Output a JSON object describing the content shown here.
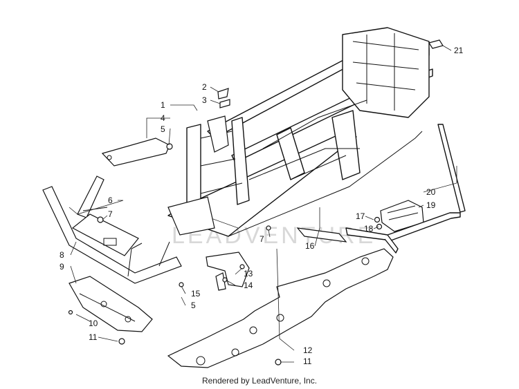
{
  "watermark": "LEADVENTURE",
  "footer_text": "Rendered by LeadVenture, Inc.",
  "callouts": [
    {
      "id": "c1",
      "label": "1"
    },
    {
      "id": "c2",
      "label": "2"
    },
    {
      "id": "c3",
      "label": "3"
    },
    {
      "id": "c4",
      "label": "4"
    },
    {
      "id": "c5a",
      "label": "5"
    },
    {
      "id": "c6",
      "label": "6"
    },
    {
      "id": "c7a",
      "label": "7"
    },
    {
      "id": "c7b",
      "label": "7"
    },
    {
      "id": "c8",
      "label": "8"
    },
    {
      "id": "c9",
      "label": "9"
    },
    {
      "id": "c10",
      "label": "10"
    },
    {
      "id": "c11a",
      "label": "11"
    },
    {
      "id": "c11b",
      "label": "11"
    },
    {
      "id": "c12",
      "label": "12"
    },
    {
      "id": "c13",
      "label": "13"
    },
    {
      "id": "c14",
      "label": "14"
    },
    {
      "id": "c15",
      "label": "15"
    },
    {
      "id": "c5b",
      "label": "5"
    },
    {
      "id": "c16",
      "label": "16"
    },
    {
      "id": "c17",
      "label": "17"
    },
    {
      "id": "c18",
      "label": "18"
    },
    {
      "id": "c19",
      "label": "19"
    },
    {
      "id": "c20",
      "label": "20"
    },
    {
      "id": "c21",
      "label": "21"
    }
  ]
}
